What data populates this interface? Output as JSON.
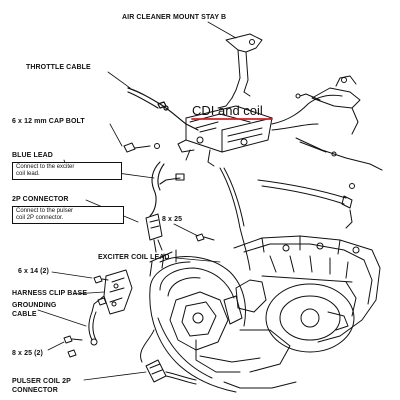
{
  "labels": {
    "air_cleaner_mount_stay_b": "AIR CLEANER MOUNT STAY B",
    "throttle_cable": "THROTTLE CABLE",
    "cap_bolt": "6 x 12 mm CAP BOLT",
    "blue_lead": "BLUE LEAD",
    "connector_2p": "2P CONNECTOR",
    "bolt_8x25": "8 x 25",
    "exciter_coil_lead": "EXCITER COIL LEAD",
    "bolt_6x14": "6 x 14 (2)",
    "harness_clip_base": "HARNESS CLIP BASE",
    "grounding_cable_1": "GROUNDING",
    "grounding_cable_2": "CABLE",
    "bolt_8x25_2": "8 x 25 (2)",
    "pulser_coil_2p_1": "PULSER COIL 2P",
    "pulser_coil_2p_2": "CONNECTOR"
  },
  "notes": {
    "blue_lead_note_1": "Connect to the exciter",
    "blue_lead_note_2": "coil lead.",
    "connector_note_1": "Connect to the pulser",
    "connector_note_2": "coil 2P connector."
  },
  "annotation": {
    "text": "CDI and coil",
    "underline_color": "#d0202a"
  }
}
